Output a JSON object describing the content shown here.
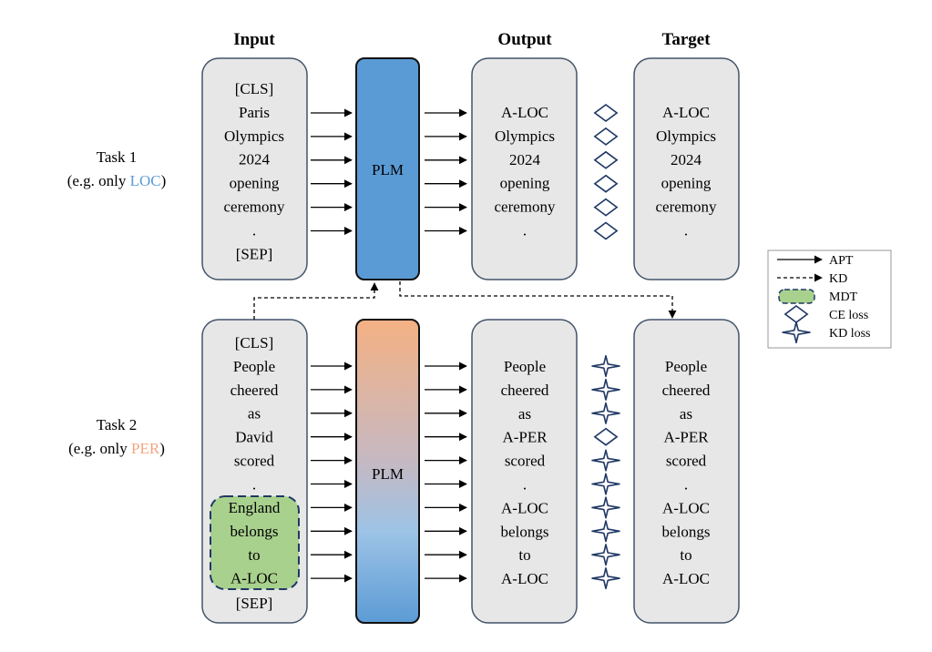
{
  "headers": {
    "input": "Input",
    "output": "Output",
    "target": "Target"
  },
  "task1": {
    "label_line1": "Task 1",
    "label_prefix": "(e.g. only ",
    "label_entity": "LOC",
    "label_suffix": ")",
    "input_tokens": [
      "[CLS]",
      "Paris",
      "Olympics",
      "2024",
      "opening",
      "ceremony",
      ".",
      "[SEP]"
    ],
    "model_label": "PLM",
    "output_tokens": [
      "A-LOC",
      "Olympics",
      "2024",
      "opening",
      "ceremony",
      "."
    ],
    "target_tokens": [
      {
        "text": "A-LOC",
        "color": "#5b9bd5"
      },
      {
        "text": "Olympics",
        "color": "#000000"
      },
      {
        "text": "2024",
        "color": "#000000"
      },
      {
        "text": "opening",
        "color": "#000000"
      },
      {
        "text": "ceremony",
        "color": "#000000"
      },
      {
        "text": ".",
        "color": "#000000"
      }
    ],
    "loss_markers": [
      "ce",
      "ce",
      "ce",
      "ce",
      "ce",
      "ce"
    ]
  },
  "task2": {
    "label_line1": "Task 2",
    "label_prefix": "(e.g. only ",
    "label_entity": "PER",
    "label_suffix": ")",
    "input_tokens": [
      "[CLS]",
      "People",
      "cheered",
      "as",
      "David",
      "scored",
      "."
    ],
    "mdt_tokens": [
      "England",
      "belongs",
      "to",
      "A-LOC"
    ],
    "input_end_token": "[SEP]",
    "model_label": "PLM",
    "output_tokens": [
      "People",
      "cheered",
      "as",
      "A-PER",
      "scored",
      ".",
      "A-LOC",
      "belongs",
      "to",
      "A-LOC"
    ],
    "target_tokens": [
      {
        "text": "People",
        "color": "#000000"
      },
      {
        "text": "cheered",
        "color": "#000000"
      },
      {
        "text": "as",
        "color": "#000000"
      },
      {
        "text": "A-PER",
        "color": "#f4a582"
      },
      {
        "text": "scored",
        "color": "#000000"
      },
      {
        "text": ".",
        "color": "#000000"
      },
      {
        "text": "A-LOC",
        "color": "#5b9bd5"
      },
      {
        "text": "belongs",
        "color": "#000000"
      },
      {
        "text": "to",
        "color": "#000000"
      },
      {
        "text": "A-LOC",
        "color": "#5b9bd5"
      }
    ],
    "loss_markers": [
      "kd",
      "kd",
      "kd",
      "ce",
      "kd",
      "kd",
      "kd",
      "kd",
      "kd",
      "kd"
    ]
  },
  "legend": {
    "apt": "APT",
    "kd": "KD",
    "mdt": "MDT",
    "ce_loss": "CE loss",
    "kd_loss": "KD loss"
  },
  "colors": {
    "box_fill": "#e7e7e7",
    "box_stroke": "#44546a",
    "plm_blue": "#5b9bd5",
    "loc_blue": "#5b9bd5",
    "per_orange": "#f4a582",
    "mdt_green": "#a9d18e",
    "marker_stroke": "#1f3864"
  }
}
